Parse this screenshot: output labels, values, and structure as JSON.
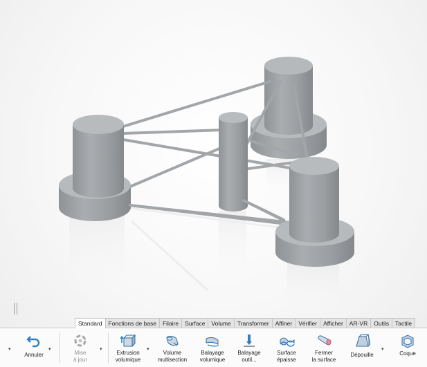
{
  "tabs": [
    {
      "label": "Standard",
      "active": true
    },
    {
      "label": "Fonctions de base",
      "active": false
    },
    {
      "label": "Filaire",
      "active": false
    },
    {
      "label": "Surface",
      "active": false
    },
    {
      "label": "Volume",
      "active": false
    },
    {
      "label": "Transformer",
      "active": false
    },
    {
      "label": "Affiner",
      "active": false
    },
    {
      "label": "Vérifier",
      "active": false
    },
    {
      "label": "Afficher",
      "active": false
    },
    {
      "label": "AR-VR",
      "active": false
    },
    {
      "label": "Outils",
      "active": false
    },
    {
      "label": "Tactile",
      "active": false
    }
  ],
  "toolbar": {
    "undo_label": "Annuler",
    "update_label": "Mise\nà jour",
    "extrude_label": "Extrusion\nvolumique",
    "loft_label": "Volume\nmultisection",
    "sweep_label": "Balayage\nvolumique",
    "sweep_tool_label": "Balayage\noutil...",
    "thick_surface_label": "Surface\népaisse",
    "close_surface_label": "Fermer\nla surface",
    "draft_label": "Dépouille",
    "shell_label": "Coque",
    "dropdown_glyph": "▾"
  },
  "icons": {
    "undo": "undo-arrow-icon",
    "update": "update-cycle-icon",
    "extrude": "extrude-icon",
    "loft": "loft-icon",
    "sweep": "sweep-icon",
    "sweep_tool": "sweep-tool-icon",
    "thick": "thick-surface-icon",
    "close": "close-surface-icon",
    "draft": "draft-icon",
    "shell": "shell-icon"
  },
  "colors": {
    "accent_blue": "#2f7fc4",
    "model_gray": "#9ea2a5",
    "ribbon_bg": "#fbfbfb"
  }
}
